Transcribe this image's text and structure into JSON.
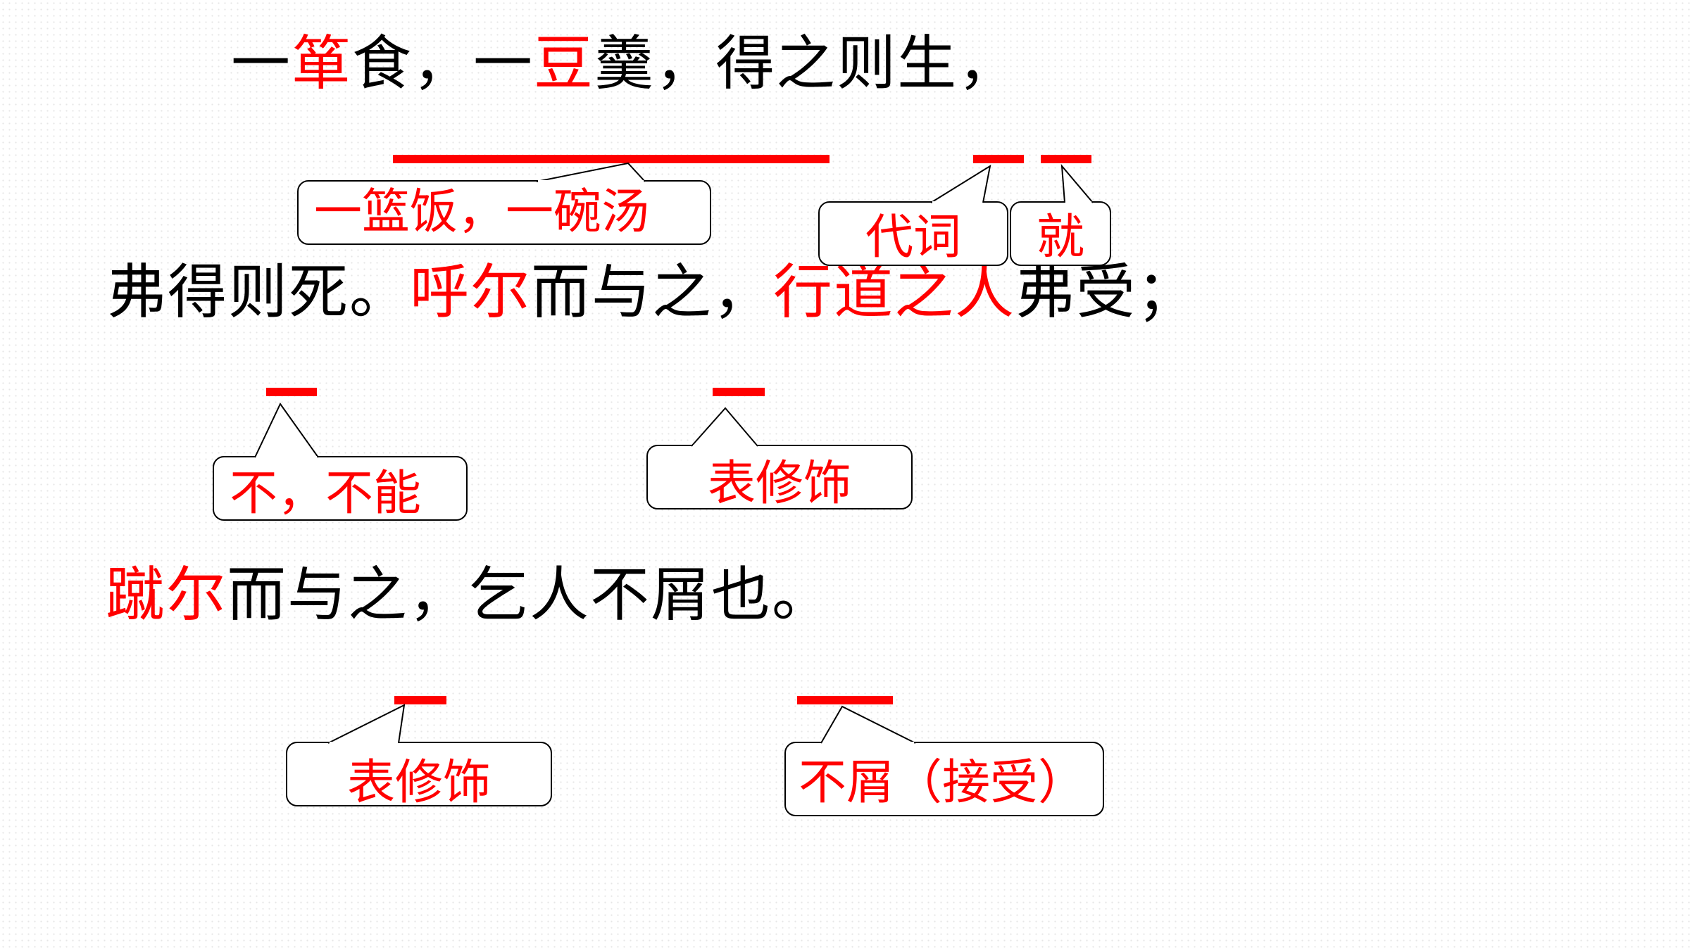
{
  "lines": [
    {
      "id": "line-1",
      "segments": [
        {
          "text": "一",
          "highlight": false
        },
        {
          "text": "箪",
          "highlight": true
        },
        {
          "text": "食，一",
          "highlight": false
        },
        {
          "text": "豆",
          "highlight": true
        },
        {
          "text": "羹，得之则生，",
          "highlight": false
        }
      ]
    },
    {
      "id": "line-2",
      "segments": [
        {
          "text": "弗得则死。",
          "highlight": false
        },
        {
          "text": "呼尔",
          "highlight": true
        },
        {
          "text": "而与之，",
          "highlight": false
        },
        {
          "text": "行道之人",
          "highlight": true
        },
        {
          "text": "弗受；",
          "highlight": false
        }
      ]
    },
    {
      "id": "line-3",
      "segments": [
        {
          "text": "蹴尔",
          "highlight": true
        },
        {
          "text": "而与之，乞人不屑也。",
          "highlight": false
        }
      ]
    }
  ],
  "annotations": {
    "bowl_basket": "一篮饭，一碗汤",
    "pronoun": "代词",
    "then": "就",
    "cannot": "不，不能",
    "modifier_1": "表修饰",
    "modifier_2": "表修饰",
    "disdain": "不屑（接受）"
  },
  "colors": {
    "highlight": "#ff0000",
    "text": "#000000",
    "note_border": "#000000"
  }
}
